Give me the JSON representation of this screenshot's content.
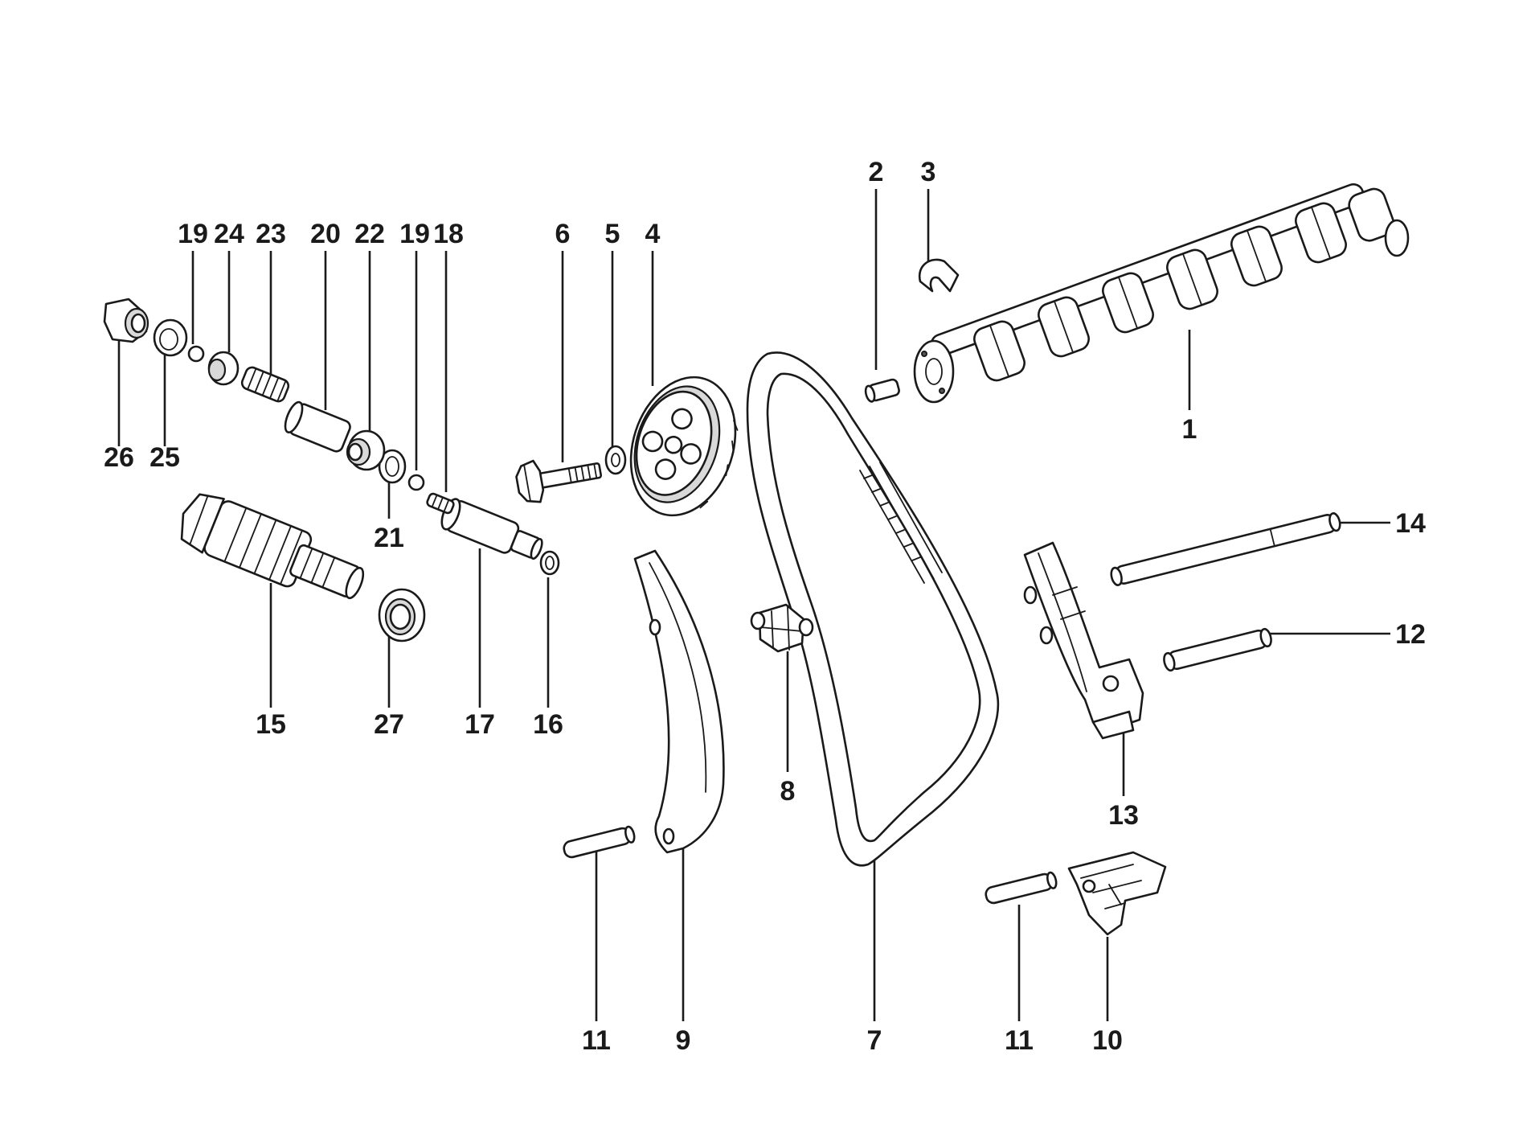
{
  "callouts": {
    "c1": "1",
    "c2": "2",
    "c3": "3",
    "c4": "4",
    "c5": "5",
    "c6": "6",
    "c7": "7",
    "c8": "8",
    "c9": "9",
    "c10": "10",
    "c11a": "11",
    "c11b": "11",
    "c12": "12",
    "c13": "13",
    "c14": "14",
    "c15": "15",
    "c16": "16",
    "c17": "17",
    "c18": "18",
    "c19a": "19",
    "c19b": "19",
    "c20": "20",
    "c21": "21",
    "c22": "22",
    "c23": "23",
    "c24": "24",
    "c25": "25",
    "c26": "26",
    "c27": "27"
  },
  "colors": {
    "line": "#1a1a1a",
    "background": "#ffffff",
    "shade": "#d9d9d9"
  }
}
